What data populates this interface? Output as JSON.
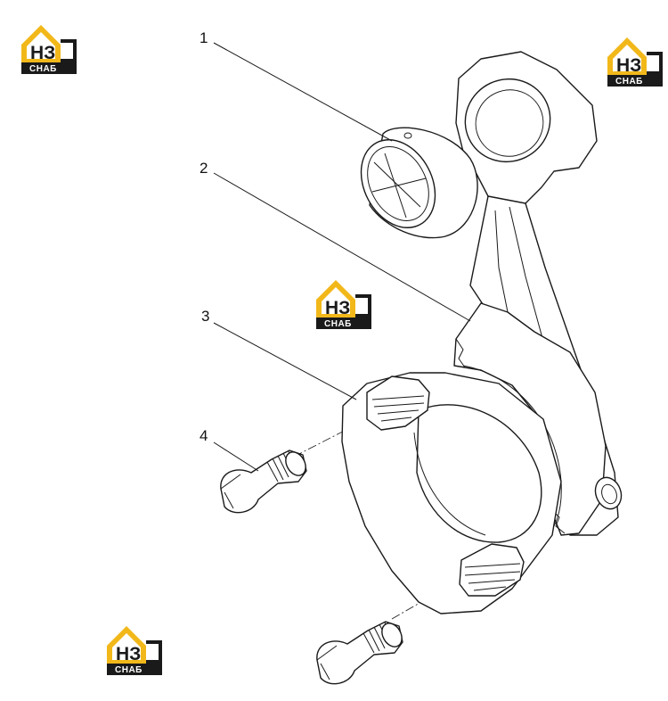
{
  "brand": {
    "letters": "НЗ",
    "sub": "СНАБ",
    "accent_color": "#f2b81a",
    "dark_color": "#1a1a1a"
  },
  "callouts": [
    {
      "id": "1",
      "label": "1"
    },
    {
      "id": "2",
      "label": "2"
    },
    {
      "id": "3",
      "label": "3"
    },
    {
      "id": "4",
      "label": "4"
    }
  ],
  "parts": [
    {
      "callout": "1",
      "icon": "bushing-icon"
    },
    {
      "callout": "2",
      "icon": "connecting-rod-icon"
    },
    {
      "callout": "3",
      "icon": "rod-cap-icon"
    },
    {
      "callout": "4",
      "icon": "bolt-icon"
    }
  ]
}
